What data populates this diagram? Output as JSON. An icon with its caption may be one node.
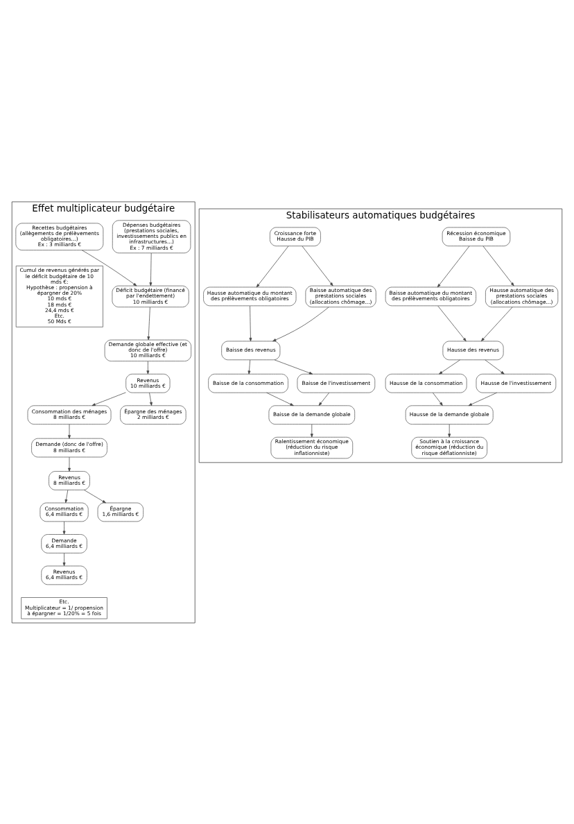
{
  "diagram": {
    "nodes": [
      {
        "text": [
          "Effet multiplicateur budgétaire"
        ]
      },
      {
        "text": [
          "Dépenses budgétaires",
          "(prestations sociales, investissements publics en infrastructures...)",
          "Ex : 7 milliards €"
        ],
        "in": 0
      },
      {
        "text": [
          "Recettes budgétaires",
          "(allègements de prélèvements obligatoires...)",
          "Ex : 3 milliards €"
        ],
        "in": 0
      },
      {
        "text": [
          "Déficit budgétaire (financé par l'endettement)",
          "10 milliards €"
        ],
        "in": 0
      },
      {
        "text": [
          "Demande globale effective (et donc de l'offre)",
          "10 milliards €"
        ],
        "in": 0
      },
      {
        "text": [
          "Revenus",
          "10 milliards €"
        ],
        "in": 0
      },
      {
        "text": [
          "Consommation des ménages",
          "8 milliards €"
        ],
        "in": 0
      },
      {
        "text": [
          "Épargne des ménages",
          "2 milliards €"
        ],
        "in": 0
      },
      {
        "text": [
          "Demande (donc de l'offre)",
          "8 milliards €"
        ],
        "in": 0
      },
      {
        "text": [
          "Revenus",
          "8 milliards €"
        ],
        "in": 0
      },
      {
        "text": [
          "Consommation",
          "6,4 milliards €"
        ],
        "in": 0
      },
      {
        "text": [
          "Épargne",
          "1,6 milliards €"
        ],
        "in": 0
      },
      {
        "text": [
          "Demande",
          "6,4 milliards €"
        ],
        "in": 0
      },
      {
        "text": [
          "Revenus",
          "6,4 milliards €"
        ],
        "in": 0
      },
      {
        "text": [
          "Etc.",
          "Multiplicateur = 1/ propension à épargner = 1/20% = 5 fois"
        ],
        "in": 0
      },
      {
        "text": [
          "Cumul de revenus générés par le déficit budgétaire de 10 mds €:",
          "Hypothèse : propension à épargner de 20%",
          "10 mds €",
          "18 mds €",
          "24,4 mds €",
          "Etc.",
          "50 Mds €"
        ],
        "in": 0
      },
      {
        "text": [
          "Stabilisateurs automatiques budgétaires"
        ]
      },
      {
        "text": [
          "Récession économique",
          "Baisse du PIB"
        ],
        "in": 16
      },
      {
        "text": [
          "Baisse automatique du montant des prélèvements obligatoires"
        ],
        "in": 16
      },
      {
        "text": [
          "Hausse automatique des prestations sociales (allocations chômage...)"
        ],
        "in": 16
      },
      {
        "text": [
          "Hausse des revenus"
        ],
        "in": 16
      },
      {
        "text": [
          "Hausse de la consommation"
        ],
        "in": 16
      },
      {
        "text": [
          "Hausse de l'investissement"
        ],
        "in": 16
      },
      {
        "text": [
          "Hausse de la demande globale"
        ],
        "in": 16
      },
      {
        "text": [
          "Soutien à la croissance économique (réduction du risque déflationniste)"
        ],
        "in": 16
      },
      {
        "text": [
          "Croissance forte",
          "Hausse du PIB"
        ],
        "in": 16
      },
      {
        "text": [
          "Hausse automatique du montant des prélèvements obligatoires"
        ],
        "in": 16
      },
      {
        "text": [
          "Baisse automatique des prestations sociales (allocations chômage...)"
        ],
        "in": 16
      },
      {
        "text": [
          "Baisse des revenus"
        ],
        "in": 16
      },
      {
        "text": [
          "Baisse de la consommation"
        ],
        "in": 16
      },
      {
        "text": [
          "Baisse de l'investissement"
        ],
        "in": 16
      },
      {
        "text": [
          "Baisse de la demande globale"
        ],
        "in": 16
      },
      {
        "text": [
          "Ralentissement économique (réduction du risque inflationniste)"
        ],
        "in": 16
      }
    ],
    "edges": [
      {
        "from": 1,
        "to": 3,
        "arrow": "to"
      },
      {
        "from": 2,
        "to": 3,
        "arrow": "to"
      },
      {
        "from": 3,
        "to": 4,
        "arrow": "to"
      },
      {
        "from": 4,
        "to": 5,
        "arrow": "to"
      },
      {
        "from": 5,
        "to": 6,
        "arrow": "to"
      },
      {
        "from": 5,
        "to": 7,
        "arrow": "to"
      },
      {
        "from": 6,
        "to": 8,
        "arrow": "to"
      },
      {
        "from": 8,
        "to": 9,
        "arrow": "to"
      },
      {
        "from": 9,
        "to": 10,
        "arrow": "to"
      },
      {
        "from": 9,
        "to": 11,
        "arrow": "to"
      },
      {
        "from": 10,
        "to": 12,
        "arrow": "to"
      },
      {
        "from": 12,
        "to": 13,
        "arrow": "to"
      },
      {
        "from": 17,
        "to": 18,
        "arrow": "to"
      },
      {
        "from": 17,
        "to": 19,
        "arrow": "to"
      },
      {
        "from": 18,
        "to": 20,
        "arrow": "to"
      },
      {
        "from": 19,
        "to": 20,
        "arrow": "to"
      },
      {
        "from": 20,
        "to": 21,
        "arrow": "to"
      },
      {
        "from": 20,
        "to": 22,
        "arrow": "to"
      },
      {
        "from": 21,
        "to": 23,
        "arrow": "to"
      },
      {
        "from": 22,
        "to": 23,
        "arrow": "to"
      },
      {
        "from": 23,
        "to": 24,
        "arrow": "to"
      },
      {
        "from": 25,
        "to": 26,
        "arrow": "to"
      },
      {
        "from": 25,
        "to": 27,
        "arrow": "to"
      },
      {
        "from": 26,
        "to": 28,
        "arrow": "to"
      },
      {
        "from": 27,
        "to": 28,
        "arrow": "to"
      },
      {
        "from": 28,
        "to": 29,
        "arrow": "to"
      },
      {
        "from": 28,
        "to": 30,
        "arrow": "to"
      },
      {
        "from": 29,
        "to": 31,
        "arrow": "to"
      },
      {
        "from": 30,
        "to": 31,
        "arrow": "to"
      },
      {
        "from": 31,
        "to": 32,
        "arrow": "to"
      }
    ]
  }
}
